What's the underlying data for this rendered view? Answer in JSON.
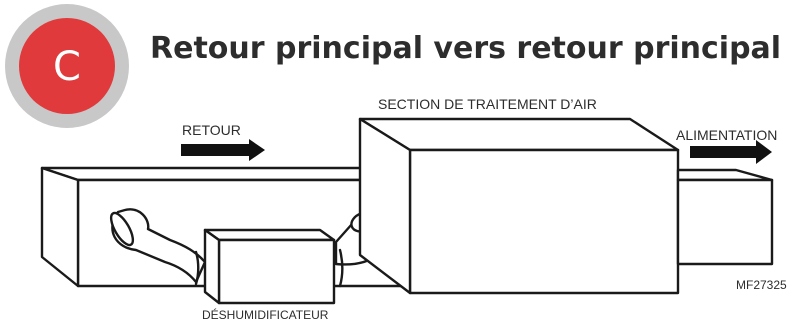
{
  "badge": {
    "letter": "C",
    "ring_color": "#c8c8c8",
    "fill_color": "#e03a3c"
  },
  "title": "Retour principal vers retour principal",
  "labels": {
    "return": "RETOUR",
    "air_handler": "SECTION DE TRAITEMENT D’AIR",
    "supply": "ALIMENTATION",
    "dehumidifier": "DÉSHUMIDIFICATEUR",
    "figure_code": "MF27325"
  },
  "colors": {
    "text": "#2d2d2d",
    "line": "#1a1a1a",
    "arrow": "#111111"
  }
}
